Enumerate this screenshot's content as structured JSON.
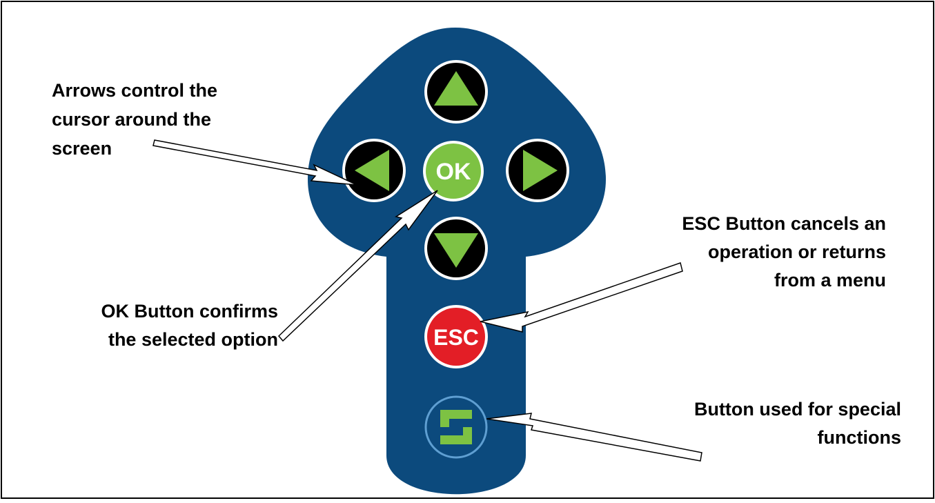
{
  "colors": {
    "pad": "#0c4a7d",
    "button_black": "#000000",
    "button_ring": "#ffffff",
    "arrow_green": "#7dc243",
    "ok_green": "#7dc243",
    "esc_red": "#e31e26",
    "special_ring": "#5f9fd2",
    "frame": "#000000"
  },
  "buttons": {
    "up": {
      "icon": "triangle-up-icon"
    },
    "left": {
      "icon": "triangle-left-icon"
    },
    "right": {
      "icon": "triangle-right-icon"
    },
    "down": {
      "icon": "triangle-down-icon"
    },
    "ok": {
      "label": "OK"
    },
    "esc": {
      "label": "ESC"
    },
    "special": {
      "icon": "green-s-logo-icon"
    }
  },
  "callouts": {
    "arrows": [
      "Arrows control the",
      "cursor around the",
      "screen"
    ],
    "ok": [
      "OK Button confirms",
      "the selected option"
    ],
    "esc": [
      "ESC Button cancels an",
      "operation or returns",
      "from a menu"
    ],
    "special": [
      "Button used for special",
      "functions"
    ]
  }
}
